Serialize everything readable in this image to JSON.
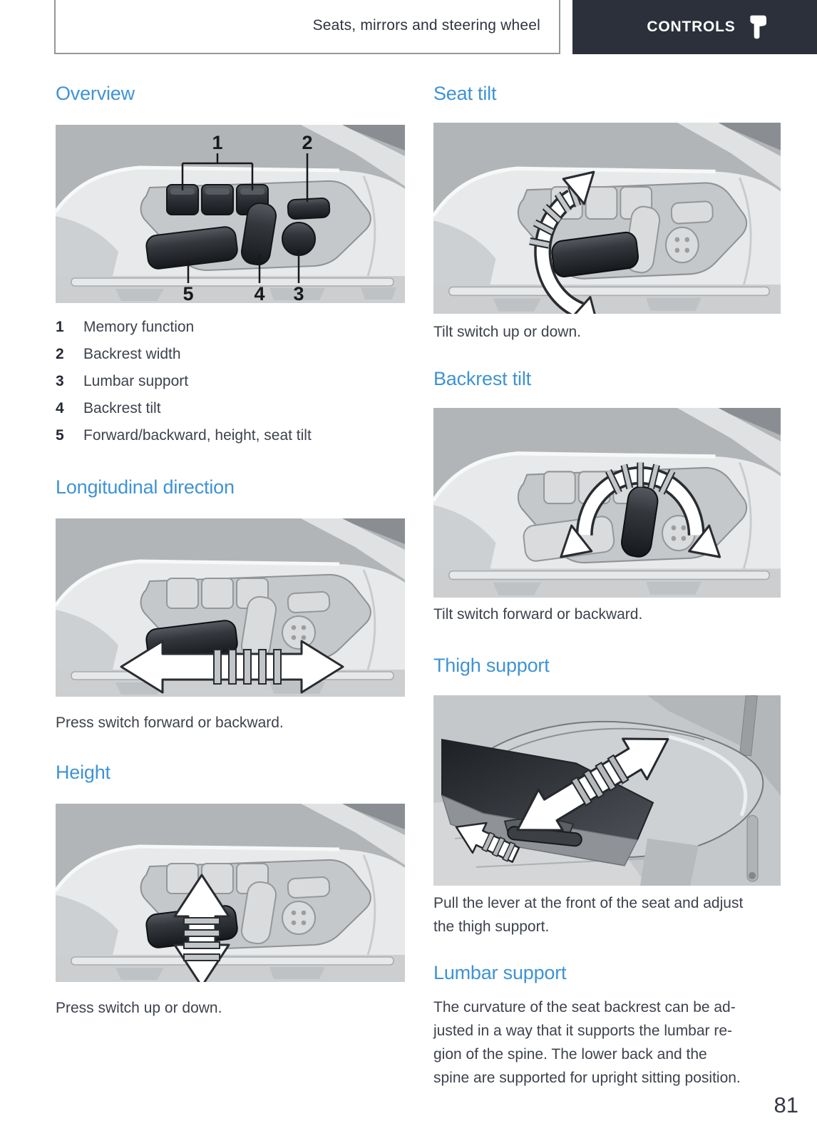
{
  "page": {
    "number": "81"
  },
  "header": {
    "chapter": "Seats, mirrors and steering wheel",
    "tab": "CONTROLS",
    "tab_icon": "hand-pointer-down-icon"
  },
  "sections": {
    "overview": {
      "title": "Overview",
      "callouts": [
        "1",
        "2",
        "3",
        "4",
        "5"
      ],
      "figure_alt": "seat-side switch panel with numbered callouts",
      "legend": [
        {
          "num": "1",
          "label": "Memory function"
        },
        {
          "num": "2",
          "label": "Backrest width"
        },
        {
          "num": "3",
          "label": "Lumbar support"
        },
        {
          "num": "4",
          "label": "Backrest tilt"
        },
        {
          "num": "5",
          "label": "Forward/backward, height, seat tilt"
        }
      ]
    },
    "longitudinal": {
      "title": "Longitudinal direction",
      "caption": "Press switch forward or backward.",
      "figure_alt": "switch panel with horizontal double arrow"
    },
    "height": {
      "title": "Height",
      "caption": "Press switch up or down.",
      "figure_alt": "switch panel with vertical double arrow"
    },
    "seat_tilt": {
      "title": "Seat tilt",
      "caption": "Tilt switch up or down.",
      "figure_alt": "switch panel with curved tilt arrow"
    },
    "backrest_tilt": {
      "title": "Backrest tilt",
      "caption": "Tilt switch forward or backward.",
      "figure_alt": "switch panel with arc arrow over backrest switch"
    },
    "thigh_support": {
      "title": "Thigh support",
      "caption_lines": [
        "Pull the lever at the front of the seat and adjust",
        "the thigh support."
      ],
      "figure_alt": "seat cushion with diagonal double arrow and lever arrow"
    },
    "lumbar_support": {
      "title": "Lumbar support",
      "body_lines": [
        "The curvature of the seat backrest can be ad-",
        "justed in a way that it supports the lumbar re-",
        "gion of the spine. The lower back and the",
        "spine are supported for upright sitting position."
      ]
    }
  },
  "colors": {
    "heading_blue": "#3f93d4",
    "tab_background": "#2b303b",
    "body_text": "#3d424b",
    "border_gray": "#94979b"
  }
}
